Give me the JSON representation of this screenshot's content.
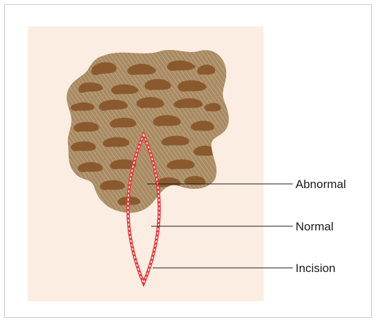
{
  "labels": {
    "abnormal": "Abnormal",
    "normal": "Normal",
    "incision": "Incision"
  },
  "colors": {
    "panel_border": "#c8c8c8",
    "skin_background": "#fcede3",
    "lesion_base": "#a88a63",
    "lesion_blotch": "#8a5a2e",
    "incision_outline": "#e43a3a",
    "incision_stitch": "#ffffff",
    "leader_line": "#1a1a1a"
  }
}
